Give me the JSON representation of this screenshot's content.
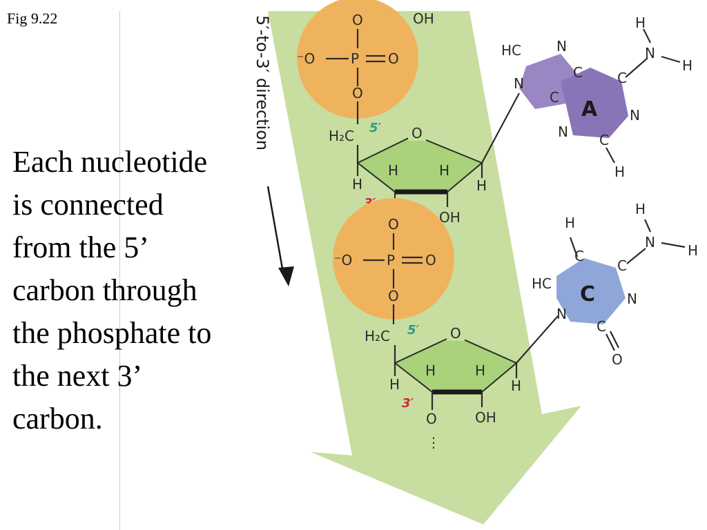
{
  "slide": {
    "fig_label": "Fig 9.22",
    "caption_lines": [
      "Each nucleotide",
      "is connected",
      "from the 5’",
      "carbon through",
      "the phosphate to",
      "the next 3’",
      "carbon."
    ]
  },
  "diagram": {
    "direction_label": "5′-to-3′ direction",
    "base_top": "A",
    "base_bottom": "C",
    "carbon_5_label": "5′",
    "carbon_3_label": "3′",
    "phosphate": {
      "top": "O",
      "left": "⁻O",
      "center": "P",
      "right": "O",
      "bottom": "O"
    },
    "atoms": {
      "oh": "OH",
      "o": "O",
      "n": "N",
      "c": "C",
      "h": "H",
      "hc": "HC",
      "h2c": "H₂C",
      "bridge_o": "O",
      "dots": "⋮"
    },
    "colors": {
      "arrow": "#c8dea0",
      "sugar": "#a9d27a",
      "phosphate": "#efb35e",
      "base_a": "#9b86c4",
      "base_c": "#8fa7d8",
      "tag5": "#2a9a8a",
      "tag3": "#d3243a"
    }
  }
}
